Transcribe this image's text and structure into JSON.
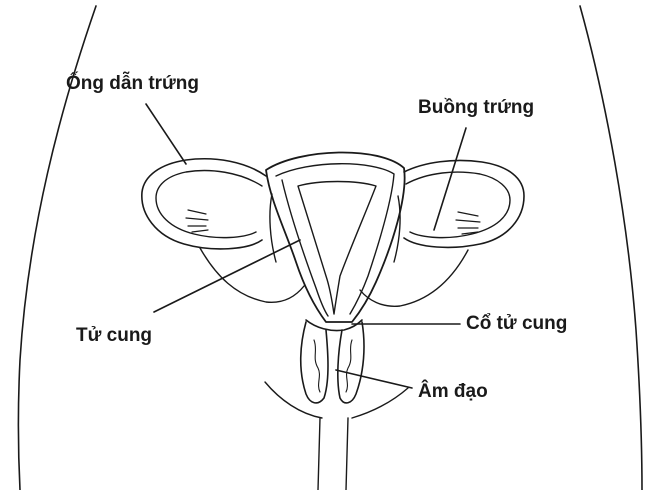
{
  "labels": {
    "fallopian_tube": "Ống dẫn trứng",
    "ovary": "Buồng trứng",
    "uterus": "Tử cung",
    "cervix": "Cổ tử cung",
    "vagina": "Âm đạo"
  },
  "colors": {
    "ink": "#1a1a1a",
    "background": "#ffffff"
  }
}
